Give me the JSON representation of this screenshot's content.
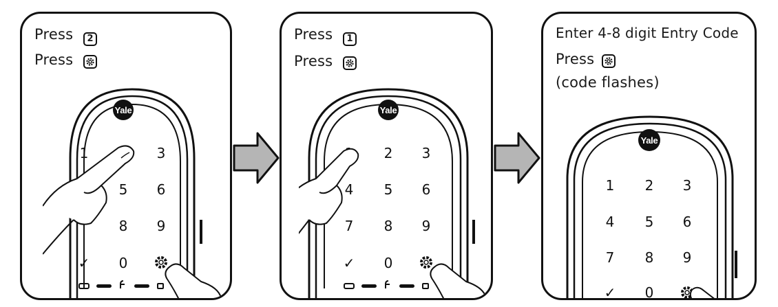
{
  "brand": "Yale",
  "panels": [
    {
      "instructions": [
        {
          "text": "Press",
          "key": "2"
        },
        {
          "text": "Press",
          "key": "gear"
        }
      ],
      "pressed_key": "2"
    },
    {
      "instructions": [
        {
          "text": "Press",
          "key": "1"
        },
        {
          "text": "Press",
          "key": "gear"
        }
      ],
      "pressed_key": "1"
    },
    {
      "instructions": [
        {
          "text": "Enter 4-8 digit Entry Code",
          "key": ""
        },
        {
          "text": "Press",
          "key": "gear"
        },
        {
          "text": "(code flashes)",
          "key": ""
        }
      ],
      "pressed_key": "gear"
    }
  ],
  "keypad": {
    "keys": [
      "1",
      "2",
      "3",
      "4",
      "5",
      "6",
      "7",
      "8",
      "9",
      "✓",
      "0",
      "gear"
    ]
  },
  "colors": {
    "outline": "#111111",
    "arrow_fill": "#b5b5b5",
    "logo_bg": "#111111"
  },
  "icons": [
    "gear-icon",
    "check-icon",
    "lock-open-icon",
    "lock-closed-icon",
    "battery-icon",
    "hand-icon",
    "arrow-right-icon"
  ]
}
